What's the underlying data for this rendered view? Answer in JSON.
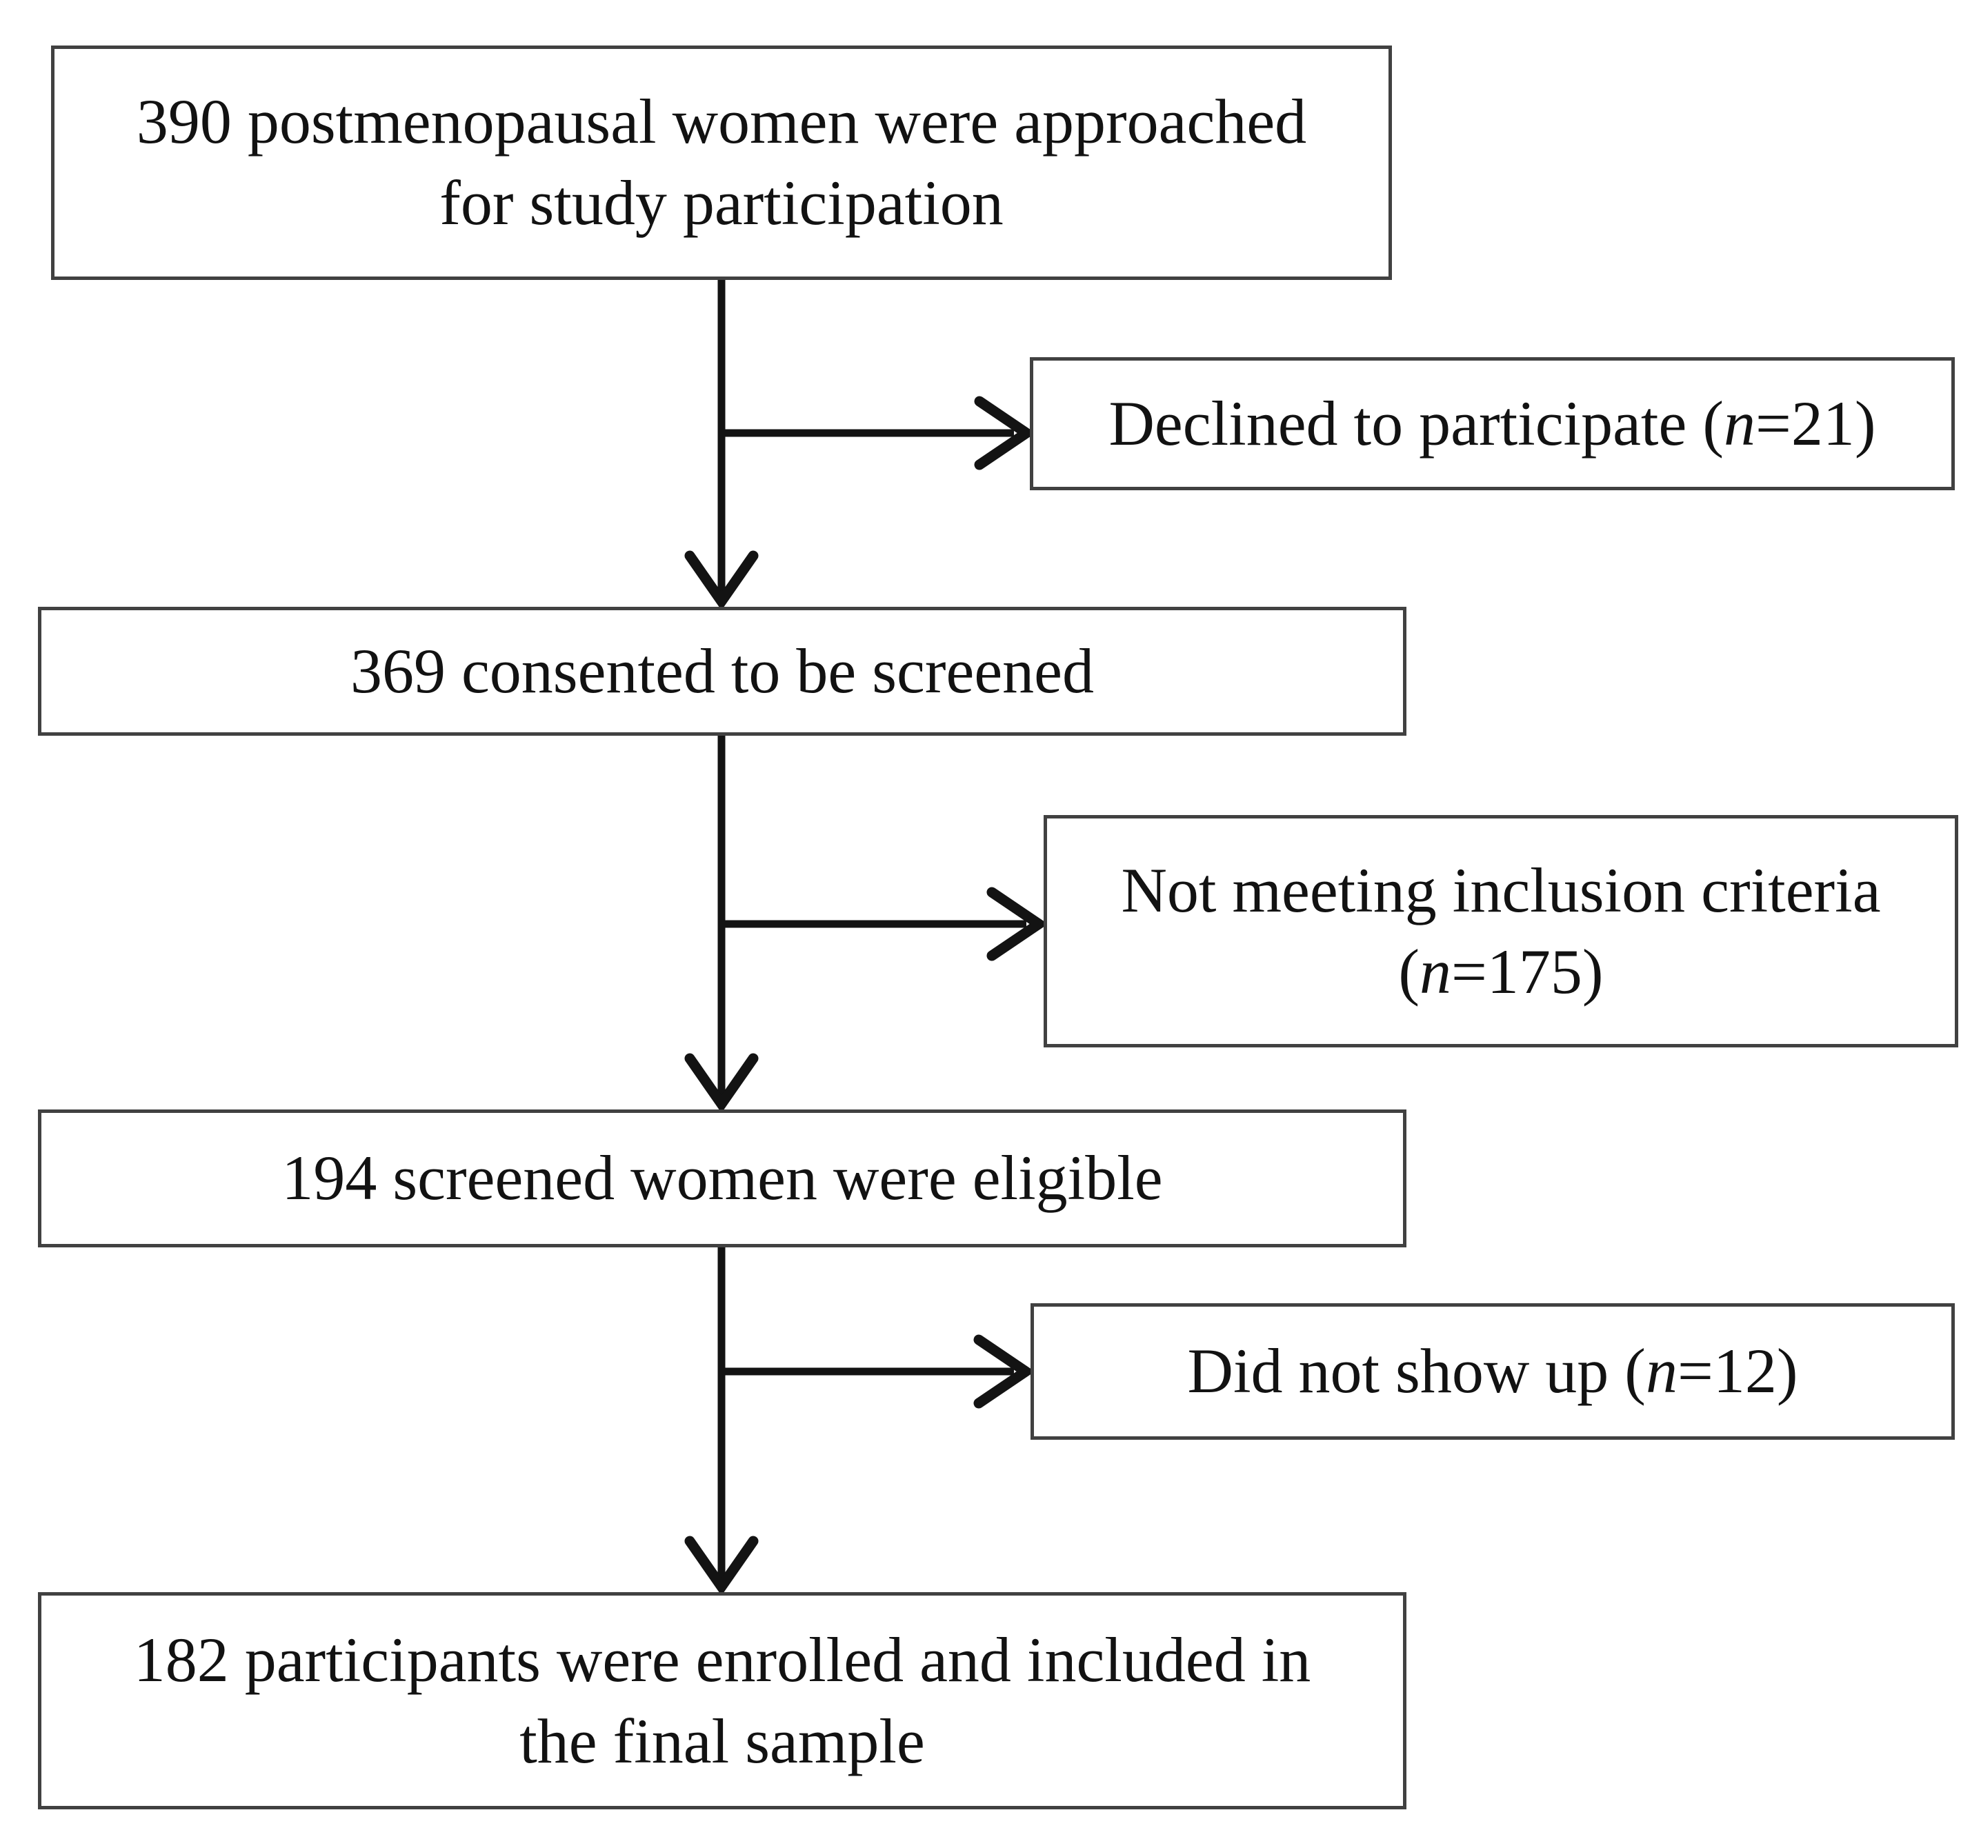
{
  "figure": {
    "background": "#ffffff",
    "line_color": "#131313",
    "border_color": "#414141",
    "text_color": "#121212",
    "main_boxes": [
      {
        "id": "approached",
        "line1": "390 postmenopausal women were approached",
        "line2": "for study participation"
      },
      {
        "id": "consented",
        "line1": "369 consented to be screened"
      },
      {
        "id": "eligible",
        "line1": "194 screened women were eligible"
      },
      {
        "id": "enrolled",
        "line1": "182 participants were enrolled and included in",
        "line2": "the final sample"
      }
    ],
    "side_boxes": {
      "declined": {
        "pre": "Declined to participate (",
        "n": "n",
        "post": "=21)"
      },
      "not_meeting": {
        "line1": "Not meeting inclusion criteria",
        "pre": "(",
        "n": "n",
        "post": "=175)"
      },
      "no_show": {
        "pre": "Did not show up (",
        "n": "n",
        "post": "=12)"
      }
    },
    "counts": {
      "approached": 390,
      "declined": 21,
      "consented": 369,
      "not_meeting_inclusion": 175,
      "eligible": 194,
      "did_not_show": 12,
      "enrolled_final_sample": 182
    }
  }
}
